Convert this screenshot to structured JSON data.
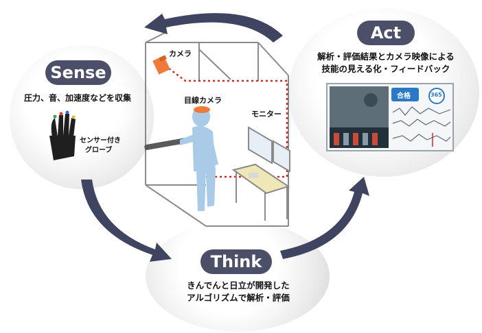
{
  "sense": {
    "title": "Sense",
    "desc": "圧力、音、加速度などを収集",
    "glove_label_1": "センサー付き",
    "glove_label_2": "グローブ"
  },
  "act": {
    "title": "Act",
    "desc_1": "解析・評価結果とカメラ映像による",
    "desc_2": "技能の見える化・フィードバック",
    "screen_badge": "合格",
    "screen_score": "365"
  },
  "think": {
    "title": "Think",
    "desc_1": "きんでんと日立が開発した",
    "desc_2": "アルゴリズムで解析・評価"
  },
  "scene": {
    "camera_label": "カメラ",
    "eye_camera_label": "目線カメラ",
    "monitor_label": "モニター"
  },
  "colors": {
    "pill": "#4b5068",
    "arrow": "#3f4460",
    "figure": "#a9cbe8",
    "camera": "#ef7a3a",
    "dotted_line": "#d9261c"
  }
}
